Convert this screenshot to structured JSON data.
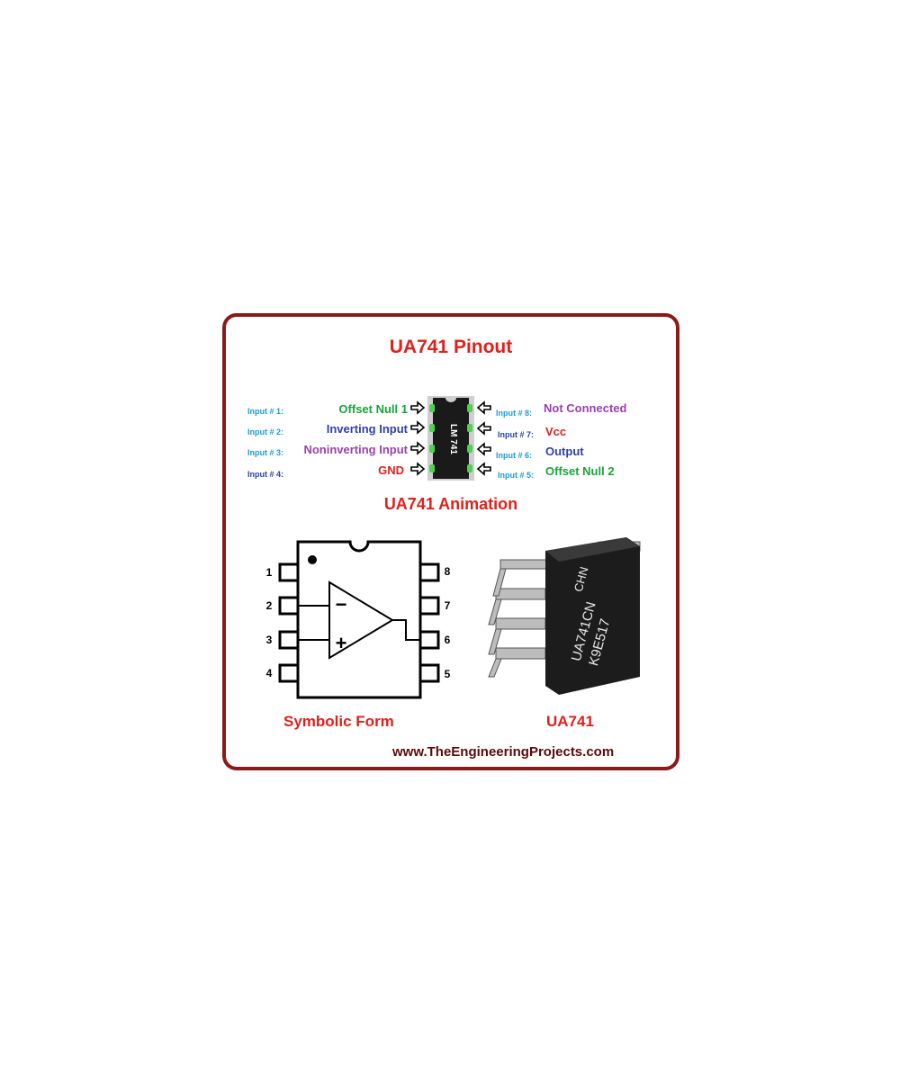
{
  "title": "UA741 Pinout",
  "subtitle": "UA741 Animation",
  "chip_label": "LM 741",
  "left_pins": [
    {
      "input": "Input # 1:",
      "name": "Offset Null 1",
      "color": "#1aa33a",
      "input_color": "#1e9bd6"
    },
    {
      "input": "Input # 2:",
      "name": "Inverting Input",
      "color": "#2e3fb0",
      "input_color": "#1e9bd6"
    },
    {
      "input": "Input # 3:",
      "name": "Noninverting Input",
      "color": "#9b3fb0",
      "input_color": "#1e9bd6"
    },
    {
      "input": "Input # 4:",
      "name": "GND",
      "color": "#e0201b",
      "input_color": "#2e3fb0"
    }
  ],
  "right_pins": [
    {
      "input": "Input # 8:",
      "name": "Not Connected",
      "color": "#9b3fb0",
      "input_color": "#1e9bd6"
    },
    {
      "input": "Input # 7:",
      "name": "Vcc",
      "color": "#e0201b",
      "input_color": "#2e3fb0"
    },
    {
      "input": "Input # 6:",
      "name": "Output",
      "color": "#2e3fb0",
      "input_color": "#1e9bd6"
    },
    {
      "input": "Input # 5:",
      "name": "Offset Null 2",
      "color": "#1aa33a",
      "input_color": "#1e9bd6"
    }
  ],
  "symbolic": {
    "left_numbers": [
      "1",
      "2",
      "3",
      "4"
    ],
    "right_numbers": [
      "8",
      "7",
      "6",
      "5"
    ],
    "minus": "−",
    "plus": "+",
    "caption": "Symbolic Form"
  },
  "photo": {
    "caption": "UA741",
    "marking_line1": "UA741CN",
    "marking_line2": "K9E517",
    "marking_side": "CHN"
  },
  "url": "www.TheEngineeringProjects.com",
  "colors": {
    "border": "#8b1a1a",
    "accent": "#e0201b"
  }
}
